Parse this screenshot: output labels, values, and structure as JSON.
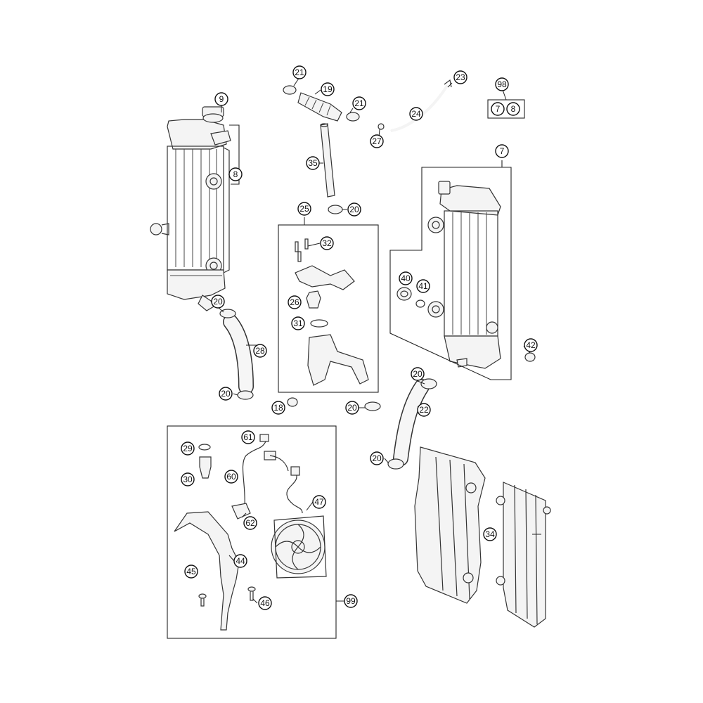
{
  "callouts": [
    {
      "id": "c7",
      "label": "7"
    },
    {
      "id": "c8",
      "label": "8"
    },
    {
      "id": "c9",
      "label": "9"
    },
    {
      "id": "c18",
      "label": "18"
    },
    {
      "id": "c19",
      "label": "19"
    },
    {
      "id": "c20a",
      "label": "20"
    },
    {
      "id": "c20b",
      "label": "20"
    },
    {
      "id": "c20c",
      "label": "20"
    },
    {
      "id": "c20d",
      "label": "20"
    },
    {
      "id": "c20e",
      "label": "20"
    },
    {
      "id": "c20f",
      "label": "20"
    },
    {
      "id": "c21a",
      "label": "21"
    },
    {
      "id": "c21b",
      "label": "21"
    },
    {
      "id": "c22",
      "label": "22"
    },
    {
      "id": "c23",
      "label": "23"
    },
    {
      "id": "c24",
      "label": "24"
    },
    {
      "id": "c25",
      "label": "25"
    },
    {
      "id": "c26",
      "label": "26"
    },
    {
      "id": "c27",
      "label": "27"
    },
    {
      "id": "c28",
      "label": "28"
    },
    {
      "id": "c29",
      "label": "29"
    },
    {
      "id": "c30",
      "label": "30"
    },
    {
      "id": "c31",
      "label": "31"
    },
    {
      "id": "c32",
      "label": "32"
    },
    {
      "id": "c34",
      "label": "34"
    },
    {
      "id": "c35",
      "label": "35"
    },
    {
      "id": "c40",
      "label": "40"
    },
    {
      "id": "c41",
      "label": "41"
    },
    {
      "id": "c42",
      "label": "42"
    },
    {
      "id": "c44",
      "label": "44"
    },
    {
      "id": "c45",
      "label": "45"
    },
    {
      "id": "c46",
      "label": "46"
    },
    {
      "id": "c47",
      "label": "47"
    },
    {
      "id": "c60",
      "label": "60"
    },
    {
      "id": "c61",
      "label": "61"
    },
    {
      "id": "c62",
      "label": "62"
    },
    {
      "id": "c98",
      "label": "98"
    },
    {
      "id": "c99",
      "label": "99"
    },
    {
      "id": "c98k7",
      "label": "7"
    },
    {
      "id": "c98k8",
      "label": "8"
    }
  ]
}
